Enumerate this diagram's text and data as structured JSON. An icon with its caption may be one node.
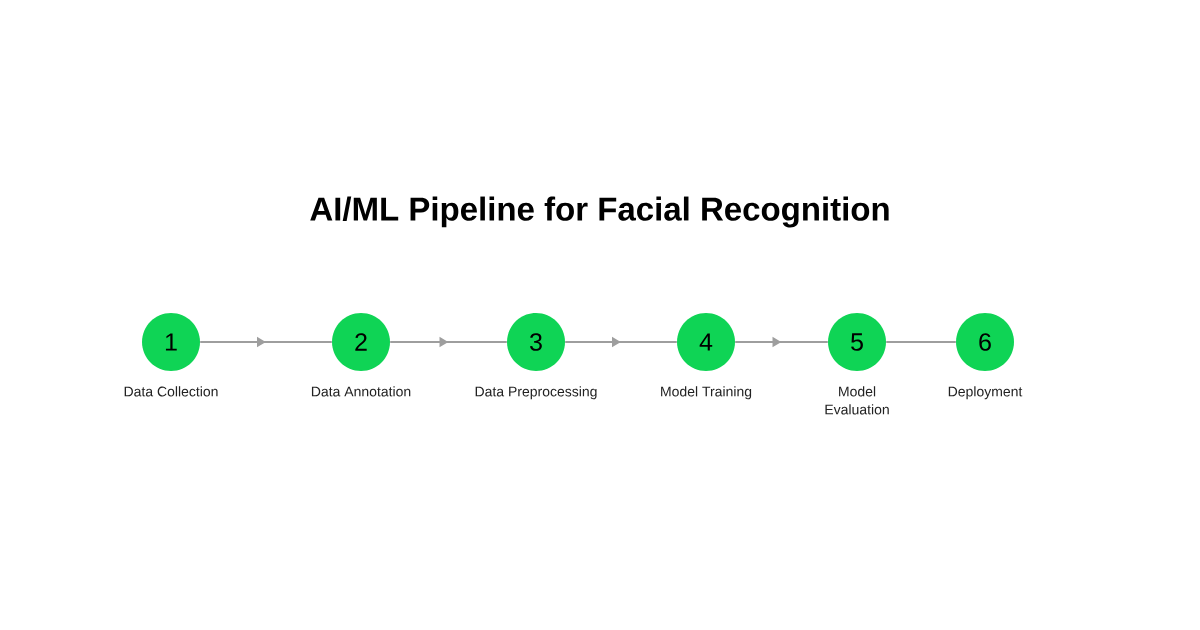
{
  "diagram": {
    "title": "AI/ML Pipeline for Facial Recognition",
    "nodes": [
      {
        "text": [
          "1"
        ],
        "beside": [
          "Data Collection"
        ]
      },
      {
        "text": [
          "2"
        ],
        "beside": [
          "Data Annotation"
        ]
      },
      {
        "text": [
          "3"
        ],
        "beside": [
          "Data Preprocessing"
        ]
      },
      {
        "text": [
          "4"
        ],
        "beside": [
          "Model Training"
        ]
      },
      {
        "text": [
          "5"
        ],
        "beside": [
          "Model Evaluation"
        ]
      },
      {
        "text": [
          "6"
        ],
        "beside": [
          "Deployment"
        ]
      }
    ],
    "edges": [
      {
        "from": 0,
        "to": 1,
        "arrow": "to"
      },
      {
        "from": 1,
        "to": 2,
        "arrow": "to"
      },
      {
        "from": 2,
        "to": 3,
        "arrow": "to"
      },
      {
        "from": 3,
        "to": 4,
        "arrow": "to"
      },
      {
        "from": 4,
        "to": 5,
        "arrow": "none"
      }
    ]
  }
}
